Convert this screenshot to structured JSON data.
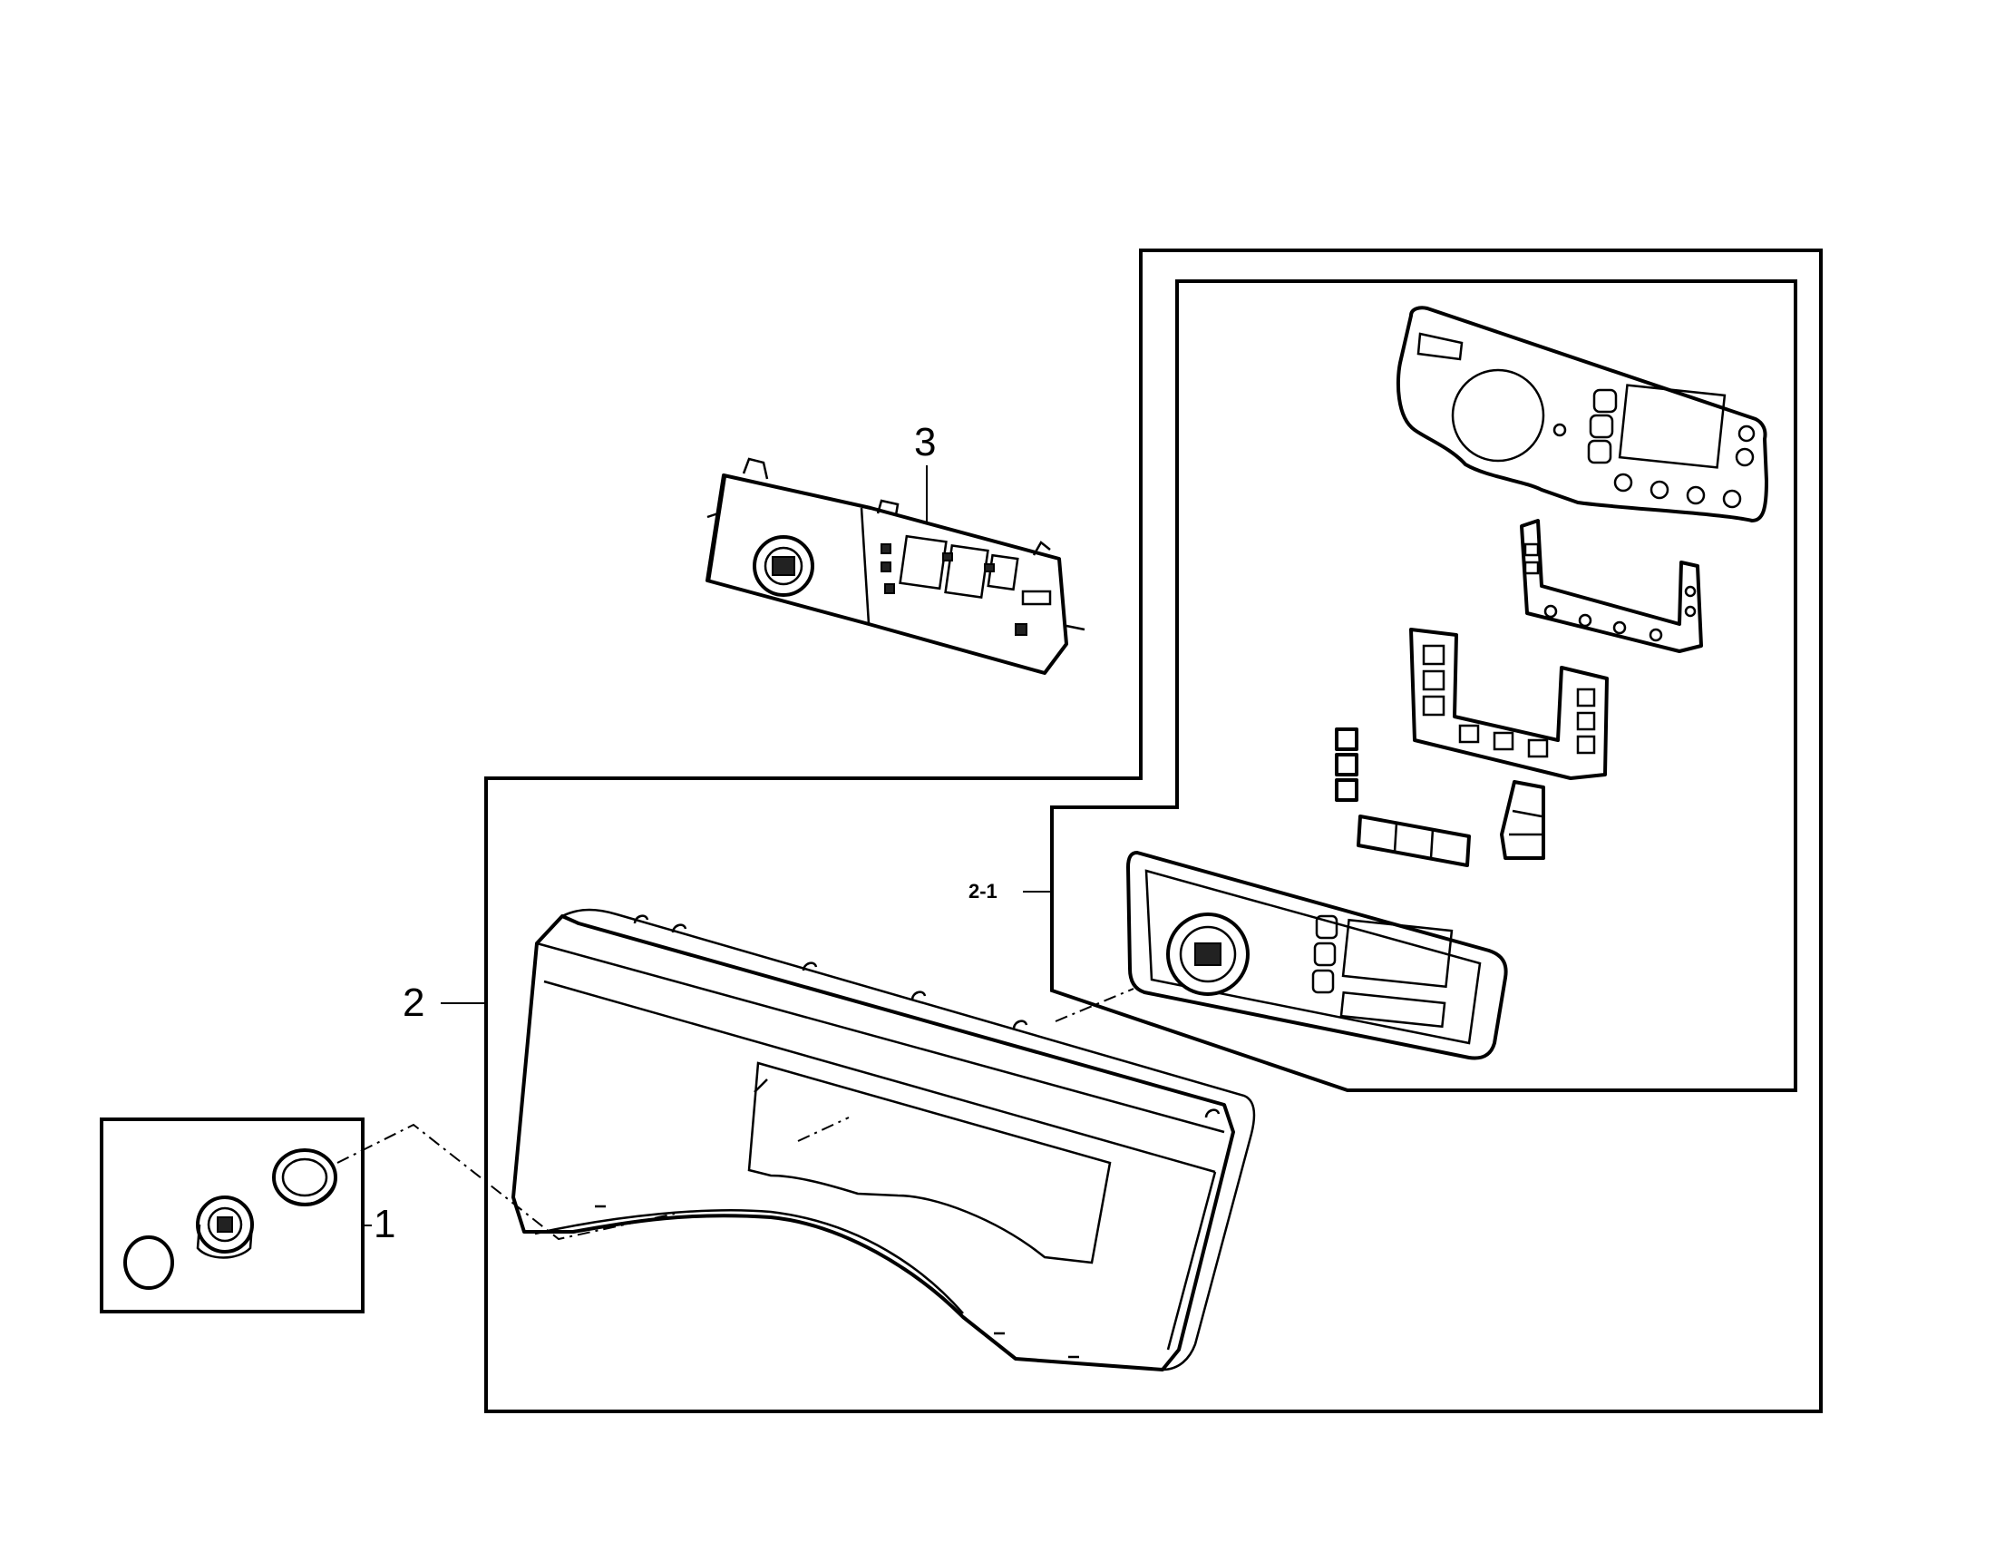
{
  "diagram": {
    "callouts": [
      {
        "id": "1",
        "text": "1"
      },
      {
        "id": "2",
        "text": "2"
      },
      {
        "id": "2-1",
        "text": "2-1"
      },
      {
        "id": "3",
        "text": "3"
      }
    ]
  }
}
